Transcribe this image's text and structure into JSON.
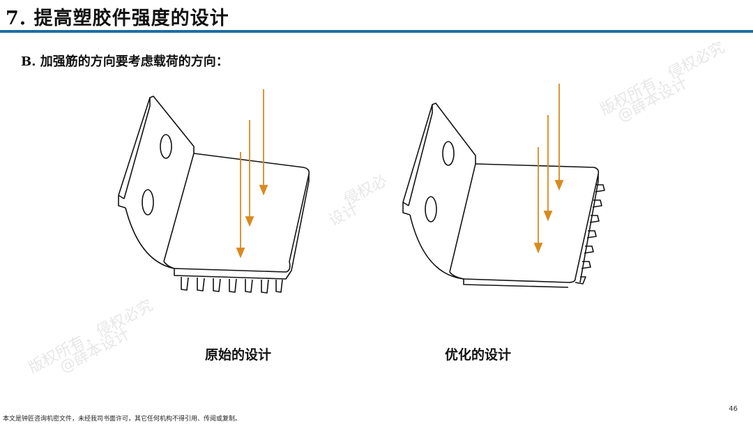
{
  "header": {
    "title": "7. 提高塑胶件强度的设计"
  },
  "section": {
    "subtitle": "B. 加强筋的方向要考虑载荷的方向："
  },
  "figures": {
    "left_caption": "原始的设计",
    "right_caption": "优化的设计"
  },
  "footer": {
    "notice": "本文是钟匠咨询机密文件，未经我司书面许可，其它任何机构不得引用、传阅或复制。",
    "page_number": "46"
  },
  "watermarks": [
    "版权所有，侵权必究",
    "@薛本设计",
    "版权所有，侵权必究",
    "@薛本设计",
    "侵权必",
    "设计"
  ],
  "colors": {
    "accent_rule": "#1f6ea0",
    "arrow": "#d98a1e"
  }
}
